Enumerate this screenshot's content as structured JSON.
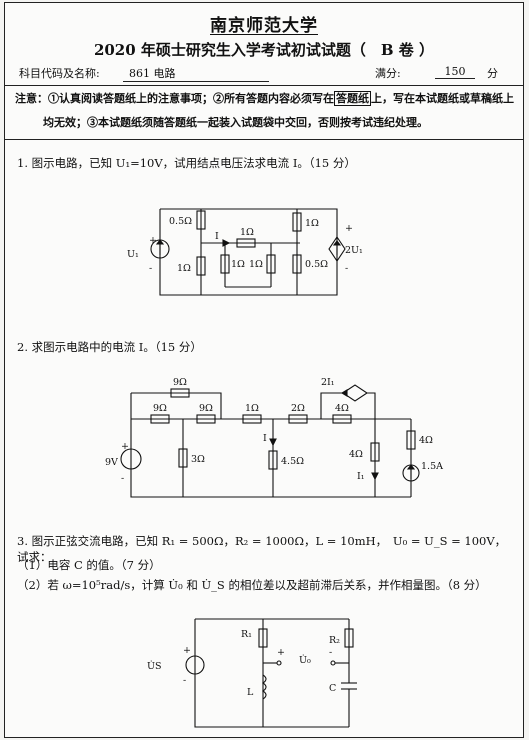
{
  "header": {
    "university": "南京师范大学",
    "exam_title": "2020 年硕士研究生入学考试初试试题（　B 卷 ）",
    "subject_label": "科目代码及名称:",
    "subject_value": "861 电路",
    "score_label": "满分:",
    "score_value": "150",
    "score_unit": "分"
  },
  "notice": {
    "line1_a": "注意：①认真阅读答题纸上的注意事项；②所有答题内容必须写在",
    "line1_box": "答题纸",
    "line1_b": "上，写在本试题纸或草稿纸上",
    "line2": "均无效；③本试题纸须随答题纸一起装入试题袋中交回，否则按考试违纪处理。"
  },
  "questions": {
    "q1": {
      "text": "1. 图示电路，已知 U₁=10V，试用结点电压法求电流 I。（15 分）",
      "labels": {
        "r_05": "0.5Ω",
        "r_top": "1Ω",
        "r_mid": "1Ω",
        "r_left": "1Ω",
        "r_c1": "1Ω",
        "r_c2": "1Ω",
        "r_right": "0.5Ω",
        "current": "I",
        "source": "U₁",
        "dep": "2U₁",
        "plus": "+",
        "minus": "-"
      }
    },
    "q2": {
      "text": "2. 求图示电路中的电流 I。（15 分）",
      "labels": {
        "r_9top": "9Ω",
        "r_9a": "9Ω",
        "r_9b": "9Ω",
        "r_1": "1Ω",
        "r_2": "2Ω",
        "r_4h": "4Ω",
        "r_3": "3Ω",
        "r_45": "4.5Ω",
        "r_4v": "4Ω",
        "r_4r": "4Ω",
        "dep": "2I₁",
        "v_src": "9V",
        "i_src": "1.5A",
        "current": "I",
        "i1": "I₁",
        "plus": "+",
        "minus": "-"
      }
    },
    "q3": {
      "text": "3. 图示正弦交流电路，已知 R₁ = 500Ω，R₂ = 1000Ω，L = 10mH，　U₀ = U_S = 100V，试求：",
      "sub1": "（1）电容 C 的值。（7 分）",
      "sub2": "（2）若 ω=10⁵rad/s，计算 U̇₀ 和 U̇_S 的相位差以及超前滞后关系，并作相量图。（8 分）",
      "labels": {
        "r1": "R₁",
        "r2": "R₂",
        "l": "L",
        "c": "C",
        "us": "U̇S",
        "uo": "U̇₀",
        "plus": "+",
        "minus": "-"
      }
    }
  }
}
